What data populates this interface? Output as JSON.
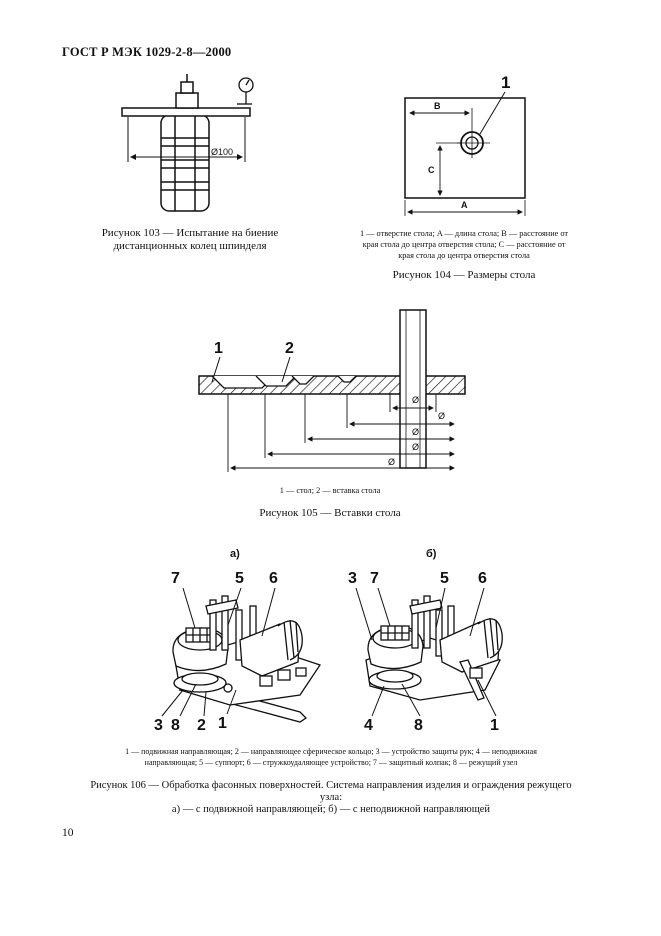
{
  "header": {
    "doc_id": "ГОСТ Р МЭК 1029-2-8—2000"
  },
  "fig103": {
    "dim_label": "Ø100",
    "caption_line1": "Рисунок 103 — Испытание на биение",
    "caption_line2": "дистанционных колец шпинделя"
  },
  "fig104": {
    "callout": "1",
    "label_B": "B",
    "label_C": "C",
    "label_A": "A",
    "legend_line1": "1 — отверстие стола; A — длина стола; B — расстояние от",
    "legend_line2": "края стола до центра отверстия стола; C — расстояние от",
    "legend_line3": "края стола до центра отверстия стола",
    "caption": "Рисунок 104 — Размеры стола"
  },
  "fig105": {
    "callout_1": "1",
    "callout_2": "2",
    "diam_label": "Ø",
    "legend": "1 — стол; 2 — вставка стола",
    "caption": "Рисунок 105 — Вставки стола"
  },
  "fig106": {
    "panel_a_label": "а)",
    "panel_b_label": "б)",
    "panel_a_callouts_top": [
      "7",
      "5",
      "6"
    ],
    "panel_a_callouts_bottom": [
      "3",
      "8",
      "2",
      "1"
    ],
    "panel_b_callouts_top": [
      "3",
      "7",
      "5",
      "6"
    ],
    "panel_b_callouts_bottom": [
      "4",
      "8",
      "1"
    ],
    "legend_line1": "1 — подвижная направляющая; 2 — направляющее сферическое кольцо; 3 — устройство защиты рук; 4 — неподвижная",
    "legend_line2": "направляющая; 5 — суппорт; 6 — стружкоудаляющее устройство; 7 — защитный колпак; 8 — режущий узел",
    "caption_line1": "Рисунок 106 — Обработка фасонных поверхностей. Система направления изделия и ограждения режущего",
    "caption_line2": "узла:",
    "caption_line3": "а) — с подвижной направляющей; б) — с неподвижной направляющей"
  },
  "footer": {
    "page_number": "10"
  }
}
